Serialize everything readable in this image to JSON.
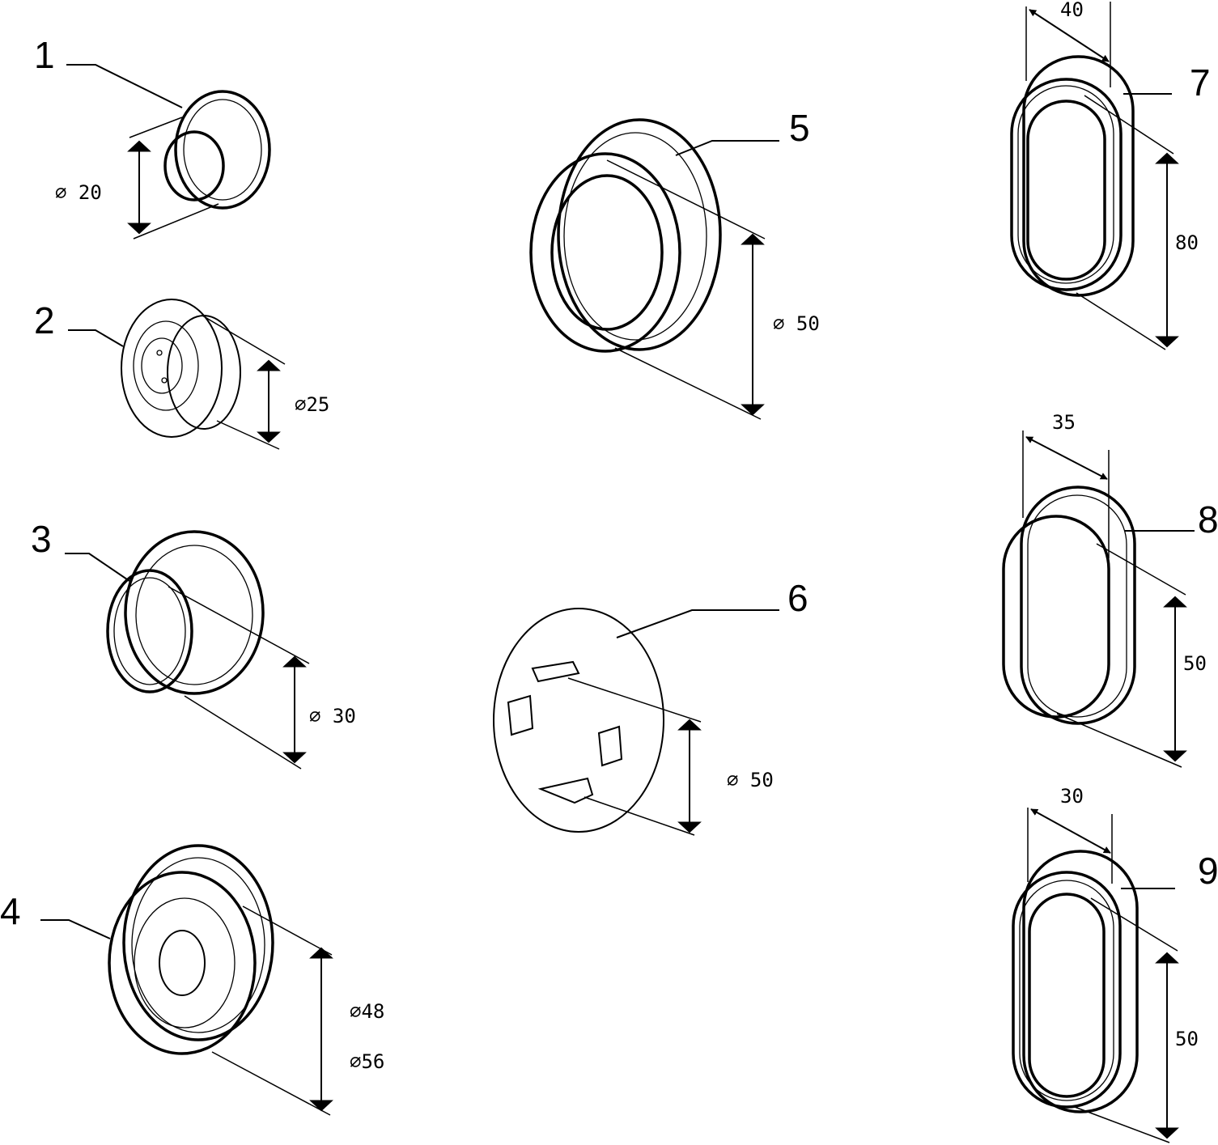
{
  "items": [
    {
      "number": "1",
      "dimension": "⌀ 20"
    },
    {
      "number": "2",
      "dimension": "⌀25"
    },
    {
      "number": "3",
      "dimension": "⌀ 30"
    },
    {
      "number": "4",
      "dimensions": [
        "⌀48",
        "⌀56"
      ]
    },
    {
      "number": "5",
      "dimension": "⌀ 50"
    },
    {
      "number": "6",
      "dimension": "⌀ 50"
    },
    {
      "number": "7",
      "width": "40",
      "height": "80"
    },
    {
      "number": "8",
      "width": "35",
      "height": "50"
    },
    {
      "number": "9",
      "width": "30",
      "height": "50"
    }
  ]
}
